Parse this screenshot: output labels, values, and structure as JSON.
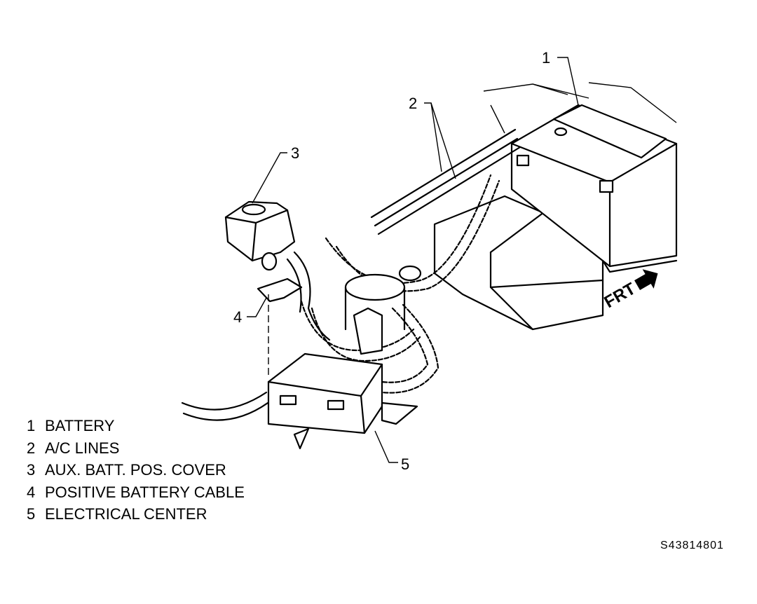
{
  "callouts": [
    "1",
    "2",
    "3",
    "4",
    "5"
  ],
  "legend": [
    {
      "num": "1",
      "label": "BATTERY"
    },
    {
      "num": "2",
      "label": "A/C LINES"
    },
    {
      "num": "3",
      "label": "AUX. BATT. POS. COVER"
    },
    {
      "num": "4",
      "label": "POSITIVE BATTERY CABLE"
    },
    {
      "num": "5",
      "label": "ELECTRICAL CENTER"
    }
  ],
  "direction_label": "FRT",
  "figure_id": "S43814801"
}
